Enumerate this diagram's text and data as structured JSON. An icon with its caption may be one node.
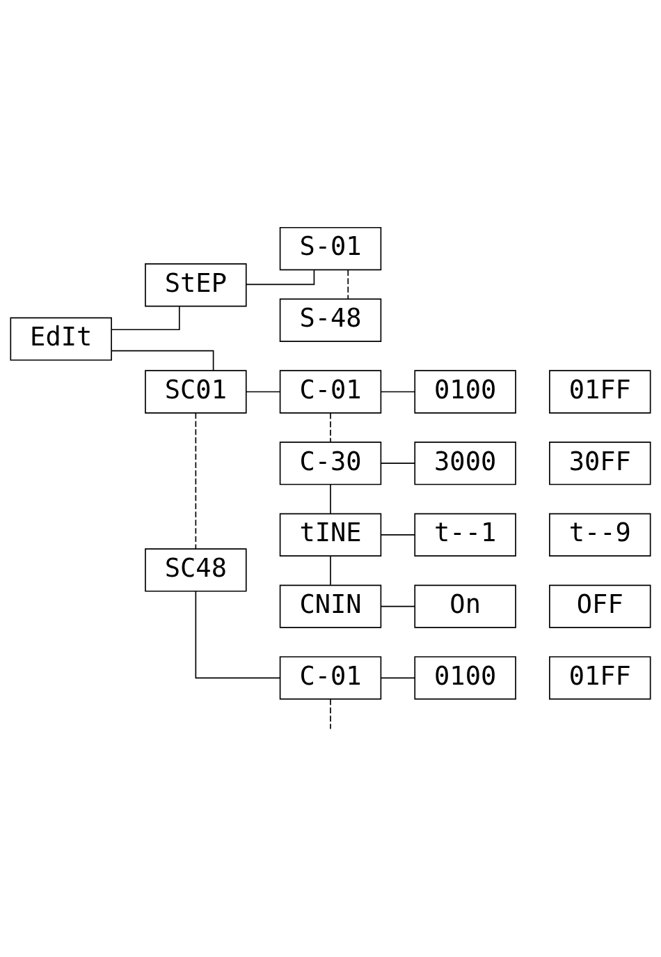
{
  "diagram": {
    "nodes": [
      {
        "text": [
          "EdIt"
        ]
      },
      {
        "text": [
          "StEP"
        ]
      },
      {
        "text": [
          "S-01"
        ]
      },
      {
        "text": [
          "S-48"
        ]
      },
      {
        "text": [
          "SC01"
        ]
      },
      {
        "text": [
          "C-01"
        ]
      },
      {
        "text": [
          "0100"
        ]
      },
      {
        "text": [
          "01FF"
        ]
      },
      {
        "text": [
          "C-30"
        ]
      },
      {
        "text": [
          "3000"
        ]
      },
      {
        "text": [
          "30FF"
        ]
      },
      {
        "text": [
          "tINE"
        ]
      },
      {
        "text": [
          "t--1"
        ]
      },
      {
        "text": [
          "t--9"
        ]
      },
      {
        "text": [
          "CNIN"
        ]
      },
      {
        "text": [
          "On"
        ]
      },
      {
        "text": [
          "OFF"
        ]
      },
      {
        "text": [
          "SC48"
        ]
      },
      {
        "text": [
          "C-01"
        ]
      },
      {
        "text": [
          "0100"
        ]
      },
      {
        "text": [
          "01FF"
        ]
      }
    ],
    "edges": [
      {
        "from": 0,
        "to": 1,
        "arrow": "none"
      },
      {
        "from": 0,
        "to": 4,
        "arrow": "none"
      },
      {
        "from": 1,
        "to": 2,
        "arrow": "none"
      },
      {
        "from": 2,
        "to": 3,
        "arrow": "none",
        "style": "dashed"
      },
      {
        "from": 4,
        "to": 5,
        "arrow": "none"
      },
      {
        "from": 5,
        "to": 6,
        "arrow": "none"
      },
      {
        "from": 5,
        "to": 8,
        "arrow": "none",
        "style": "dashed"
      },
      {
        "from": 8,
        "to": 9,
        "arrow": "none"
      },
      {
        "from": 8,
        "to": 11,
        "arrow": "none"
      },
      {
        "from": 11,
        "to": 12,
        "arrow": "none"
      },
      {
        "from": 11,
        "to": 14,
        "arrow": "none"
      },
      {
        "from": 14,
        "to": 15,
        "arrow": "none"
      },
      {
        "from": 4,
        "to": 17,
        "arrow": "none",
        "style": "dashed"
      },
      {
        "from": 17,
        "to": 18,
        "arrow": "none"
      },
      {
        "from": 18,
        "to": 19,
        "arrow": "none"
      },
      {
        "from": 18,
        "to": null,
        "arrow": "none",
        "style": "dashed"
      }
    ]
  }
}
